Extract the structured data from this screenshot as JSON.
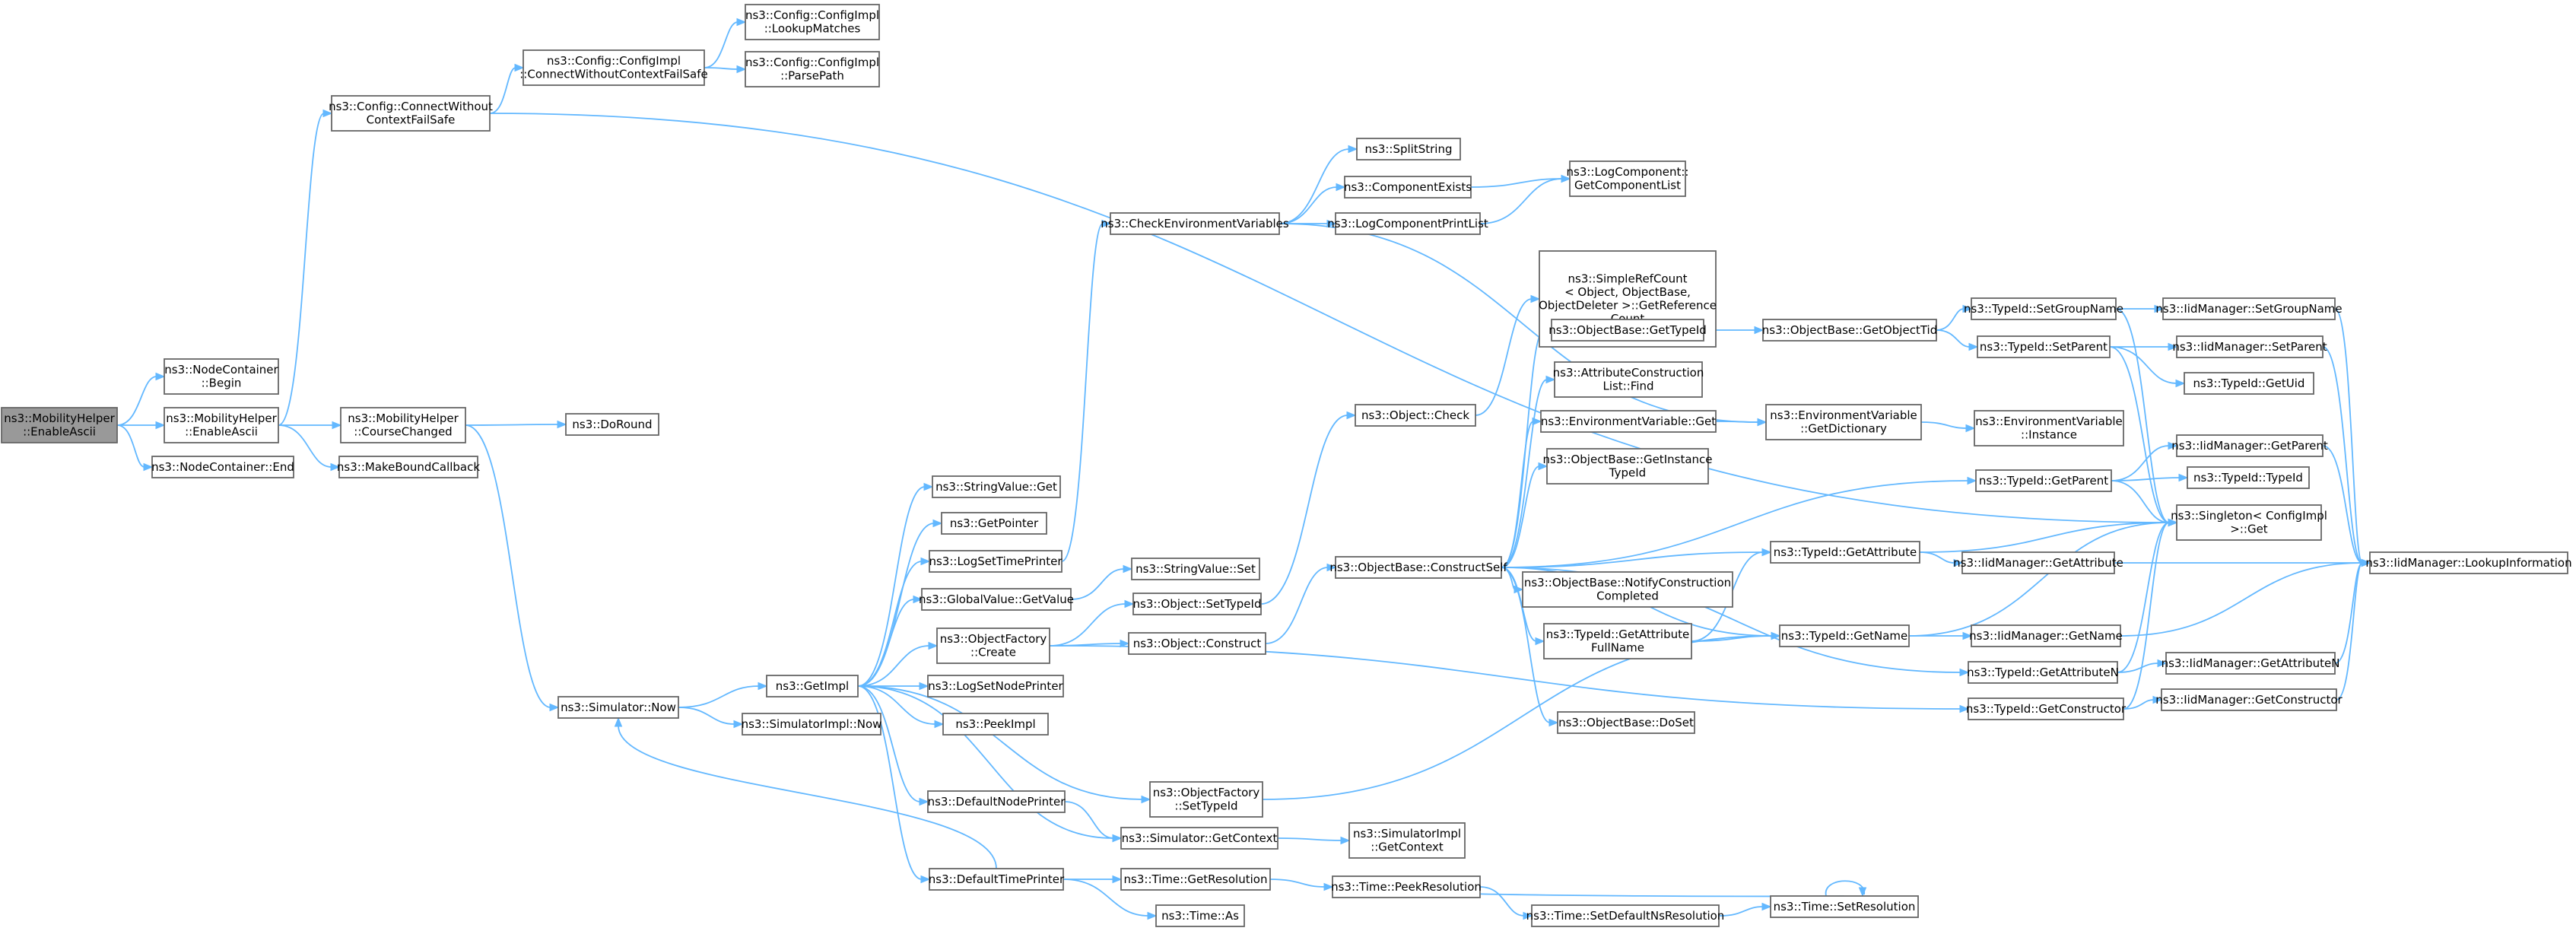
{
  "graph": {
    "edge_color": "#63b8ff",
    "root_fill": "#999999",
    "node_fill": "#ffffff",
    "node_border": "#666666",
    "nodes": [
      {
        "id": "enableAscii",
        "lines": [
          "ns3::MobilityHelper",
          "::EnableAscii"
        ],
        "root": true
      },
      {
        "id": "ncBegin",
        "lines": [
          "ns3::NodeContainer",
          "::Begin"
        ]
      },
      {
        "id": "mhEnableAscii",
        "lines": [
          "ns3::MobilityHelper",
          "::EnableAscii"
        ]
      },
      {
        "id": "ncEnd",
        "lines": [
          "ns3::NodeContainer::End"
        ]
      },
      {
        "id": "connectWO",
        "lines": [
          "ns3::Config::ConnectWithout",
          "ContextFailSafe"
        ]
      },
      {
        "id": "implConnect",
        "lines": [
          "ns3::Config::ConfigImpl",
          "::ConnectWithoutContextFailSafe"
        ]
      },
      {
        "id": "lookupMatches",
        "lines": [
          "ns3::Config::ConfigImpl",
          "::LookupMatches"
        ]
      },
      {
        "id": "parsePath",
        "lines": [
          "ns3::Config::ConfigImpl",
          "::ParsePath"
        ]
      },
      {
        "id": "courseChanged",
        "lines": [
          "ns3::MobilityHelper",
          "::CourseChanged"
        ]
      },
      {
        "id": "makeBound",
        "lines": [
          "ns3::MakeBoundCallback"
        ]
      },
      {
        "id": "doRound",
        "lines": [
          "ns3::DoRound"
        ]
      },
      {
        "id": "simNow",
        "lines": [
          "ns3::Simulator::Now"
        ]
      },
      {
        "id": "getImpl",
        "lines": [
          "ns3::GetImpl"
        ]
      },
      {
        "id": "simImplNow",
        "lines": [
          "ns3::SimulatorImpl::Now"
        ]
      },
      {
        "id": "stringGet",
        "lines": [
          "ns3::StringValue::Get"
        ]
      },
      {
        "id": "getPointer",
        "lines": [
          "ns3::GetPointer"
        ]
      },
      {
        "id": "logSetTime",
        "lines": [
          "ns3::LogSetTimePrinter"
        ]
      },
      {
        "id": "gvGet",
        "lines": [
          "ns3::GlobalValue::GetValue"
        ]
      },
      {
        "id": "ofCreate",
        "lines": [
          "ns3::ObjectFactory",
          "::Create"
        ]
      },
      {
        "id": "logSetNode",
        "lines": [
          "ns3::LogSetNodePrinter"
        ]
      },
      {
        "id": "peekImpl",
        "lines": [
          "ns3::PeekImpl"
        ]
      },
      {
        "id": "defNode",
        "lines": [
          "ns3::DefaultNodePrinter"
        ]
      },
      {
        "id": "defTime",
        "lines": [
          "ns3::DefaultTimePrinter"
        ]
      },
      {
        "id": "checkEnv",
        "lines": [
          "ns3::CheckEnvironmentVariables"
        ]
      },
      {
        "id": "stringSet",
        "lines": [
          "ns3::StringValue::Set"
        ]
      },
      {
        "id": "objSetTypeId",
        "lines": [
          "ns3::Object::SetTypeId"
        ]
      },
      {
        "id": "objConstruct",
        "lines": [
          "ns3::Object::Construct"
        ]
      },
      {
        "id": "ofSetTypeId",
        "lines": [
          "ns3::ObjectFactory",
          "::SetTypeId"
        ]
      },
      {
        "id": "simGetContext",
        "lines": [
          "ns3::Simulator::GetContext"
        ]
      },
      {
        "id": "timeGetRes",
        "lines": [
          "ns3::Time::GetResolution"
        ]
      },
      {
        "id": "timeAs",
        "lines": [
          "ns3::Time::As"
        ]
      },
      {
        "id": "splitString",
        "lines": [
          "ns3::SplitString"
        ]
      },
      {
        "id": "compExists",
        "lines": [
          "ns3::ComponentExists"
        ]
      },
      {
        "id": "logCompPrint",
        "lines": [
          "ns3::LogComponentPrintList"
        ]
      },
      {
        "id": "logCompGetList",
        "lines": [
          "ns3::LogComponent::",
          "GetComponentList"
        ]
      },
      {
        "id": "simpleRef",
        "lines": [
          "ns3::SimpleRefCount",
          "< Object, ObjectBase,",
          "ObjectDeleter >::GetReference",
          "Count"
        ]
      },
      {
        "id": "objCheck",
        "lines": [
          "ns3::Object::Check"
        ]
      },
      {
        "id": "obGetTypeId",
        "lines": [
          "ns3::ObjectBase::GetTypeId"
        ]
      },
      {
        "id": "acFind",
        "lines": [
          "ns3::AttributeConstruction",
          "List::Find"
        ]
      },
      {
        "id": "envGet",
        "lines": [
          "ns3::EnvironmentVariable::Get"
        ]
      },
      {
        "id": "obGetInstance",
        "lines": [
          "ns3::ObjectBase::GetInstance",
          "TypeId"
        ]
      },
      {
        "id": "obConstructSelf",
        "lines": [
          "ns3::ObjectBase::ConstructSelf"
        ]
      },
      {
        "id": "obNotify",
        "lines": [
          "ns3::ObjectBase::NotifyConstruction",
          "Completed"
        ]
      },
      {
        "id": "tidGetAttrFull",
        "lines": [
          "ns3::TypeId::GetAttribute",
          "FullName"
        ]
      },
      {
        "id": "obDoSet",
        "lines": [
          "ns3::ObjectBase::DoSet"
        ]
      },
      {
        "id": "simImplGetContext",
        "lines": [
          "ns3::SimulatorImpl",
          "::GetContext"
        ]
      },
      {
        "id": "timePeekRes",
        "lines": [
          "ns3::Time::PeekResolution"
        ]
      },
      {
        "id": "timeSetDefNs",
        "lines": [
          "ns3::Time::SetDefaultNsResolution"
        ]
      },
      {
        "id": "timeSetRes",
        "lines": [
          "ns3::Time::SetResolution"
        ]
      },
      {
        "id": "obGetObjectTid",
        "lines": [
          "ns3::ObjectBase::GetObjectTid"
        ]
      },
      {
        "id": "envGetDict",
        "lines": [
          "ns3::EnvironmentVariable",
          "::GetDictionary"
        ]
      },
      {
        "id": "envInstance",
        "lines": [
          "ns3::EnvironmentVariable",
          "::Instance"
        ]
      },
      {
        "id": "tidGetAttribute",
        "lines": [
          "ns3::TypeId::GetAttribute"
        ]
      },
      {
        "id": "tidGetName",
        "lines": [
          "ns3::TypeId::GetName"
        ]
      },
      {
        "id": "tidSetGroupName",
        "lines": [
          "ns3::TypeId::SetGroupName"
        ]
      },
      {
        "id": "tidSetParent",
        "lines": [
          "ns3::TypeId::SetParent"
        ]
      },
      {
        "id": "tidGetParent",
        "lines": [
          "ns3::TypeId::GetParent"
        ]
      },
      {
        "id": "tidGetAttrN",
        "lines": [
          "ns3::TypeId::GetAttributeN"
        ]
      },
      {
        "id": "tidGetCtor",
        "lines": [
          "ns3::TypeId::GetConstructor"
        ]
      },
      {
        "id": "imSetGroupName",
        "lines": [
          "ns3::IidManager::SetGroupName"
        ]
      },
      {
        "id": "imSetParent",
        "lines": [
          "ns3::IidManager::SetParent"
        ]
      },
      {
        "id": "tidGetUid",
        "lines": [
          "ns3::TypeId::GetUid"
        ]
      },
      {
        "id": "imGetParent",
        "lines": [
          "ns3::IidManager::GetParent"
        ]
      },
      {
        "id": "tidTypeId",
        "lines": [
          "ns3::TypeId::TypeId"
        ]
      },
      {
        "id": "singletonGet",
        "lines": [
          "ns3::Singleton< ConfigImpl",
          ">::Get"
        ]
      },
      {
        "id": "imGetAttribute",
        "lines": [
          "ns3::IidManager::GetAttribute"
        ]
      },
      {
        "id": "imGetName",
        "lines": [
          "ns3::IidManager::GetName"
        ]
      },
      {
        "id": "imGetAttrN",
        "lines": [
          "ns3::IidManager::GetAttributeN"
        ]
      },
      {
        "id": "imGetCtor",
        "lines": [
          "ns3::IidManager::GetConstructor"
        ]
      },
      {
        "id": "imLookup",
        "lines": [
          "ns3::IidManager::LookupInformation"
        ]
      }
    ]
  }
}
